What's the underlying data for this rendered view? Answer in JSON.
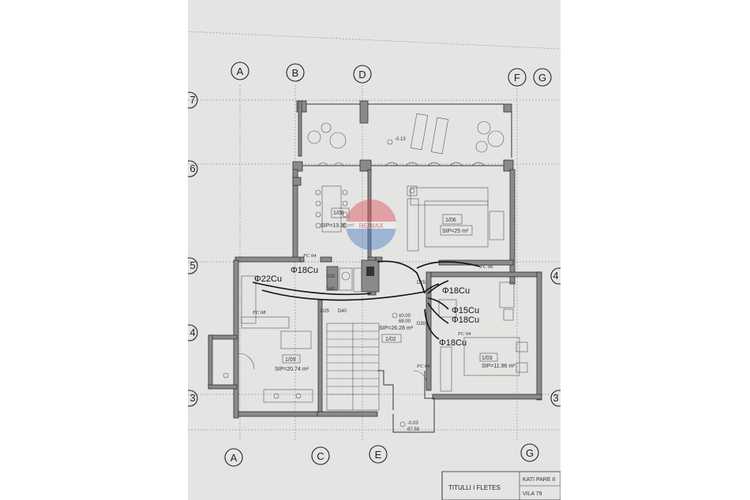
{
  "grid_top": [
    "A",
    "B",
    "D",
    "F",
    "G"
  ],
  "grid_bottom": [
    "A",
    "C",
    "E",
    "G"
  ],
  "grid_side_left": [
    "7",
    "6",
    "5",
    "4",
    "3"
  ],
  "grid_side_right": [
    "4",
    "3"
  ],
  "rooms": [
    {
      "id": "1/08",
      "area": "SIP=13.36 m²"
    },
    {
      "id": "1/06",
      "area": "SIP=25 m²"
    },
    {
      "id": "1/02",
      "area": "SIP=26.28 m²"
    },
    {
      "id": "1/09",
      "area": "SIP=20.74 m²"
    },
    {
      "id": "1/03",
      "area": "SIP=11.96 m²"
    }
  ],
  "pipes": {
    "p1": "Φ22Cu",
    "p2": "Φ18Cu",
    "p3": "Φ18Cu",
    "p4": "Φ15Cu",
    "p5": "Φ18Cu",
    "p6": "Φ18Cu"
  },
  "fan_coils": {
    "fc04a": "FC 04",
    "fc06": "FC 06",
    "fc08": "FC 08",
    "fc04b": "FC 04",
    "fc04c": "FC 04"
  },
  "levels": {
    "terrace": "-0.13",
    "hall": "±0.00",
    "hall_abs": "68.00",
    "entry": "-0.03",
    "entry_abs": "67.58"
  },
  "dims": {
    "d1": "D20",
    "d2": "D40",
    "d3": "D25",
    "d4": "D40",
    "d5": "D30",
    "d6": "D25"
  },
  "watermark": "RE/MAX",
  "title_block": {
    "label": "TITULLI I FLETES",
    "floor": "KATI PARE II",
    "villa": "VILA 79"
  }
}
